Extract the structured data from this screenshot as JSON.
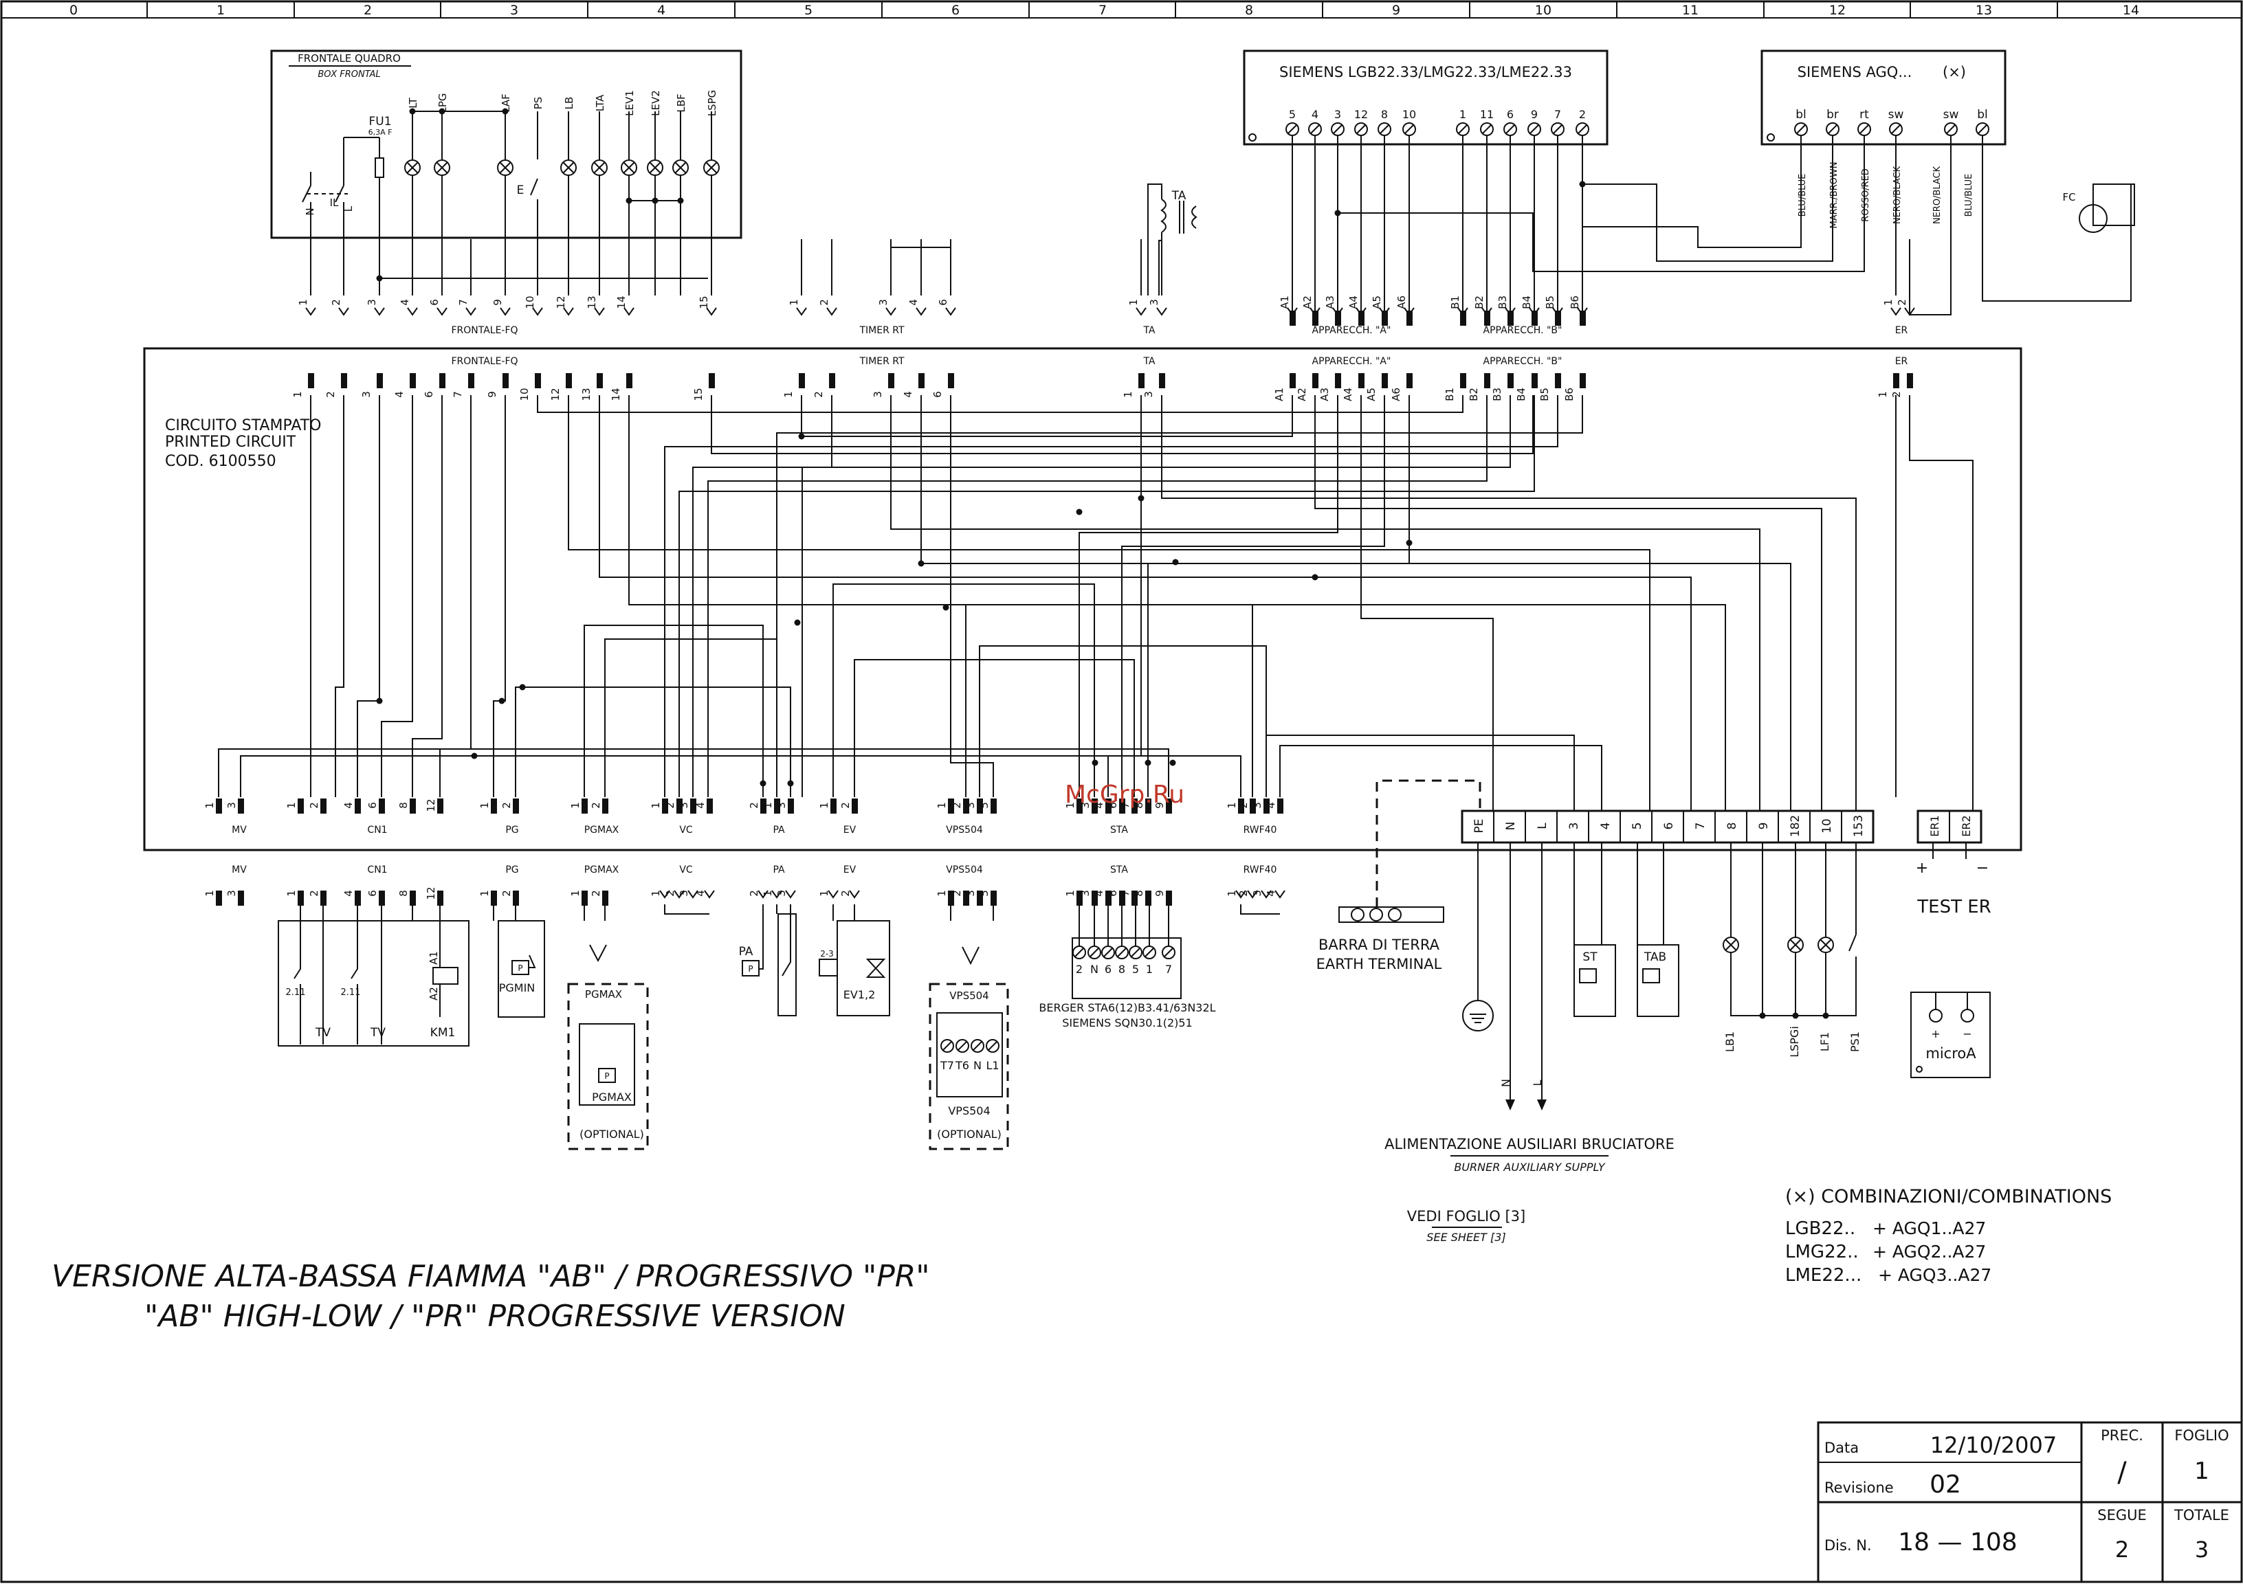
{
  "ruler": [
    "0",
    "1",
    "2",
    "3",
    "4",
    "5",
    "6",
    "7",
    "8",
    "9",
    "10",
    "11",
    "12",
    "13",
    "14"
  ],
  "box_frontal": {
    "title": "FRONTALE QUADRO",
    "subtitle": "BOX FRONTAL",
    "fuse_label": "FU1",
    "fuse_rating": "6,3A F",
    "switch_label": "IL",
    "n": "N",
    "l": "L",
    "e": "E",
    "lamps": [
      "LT",
      "LPG",
      "LAF",
      "PS",
      "LB",
      "LTA",
      "LEV1",
      "LEV2",
      "LBF",
      "LSPG"
    ]
  },
  "siemens_main": {
    "title": "SIEMENS LGB22.33/LMG22.33/LME22.33",
    "pins_a": [
      "5",
      "4",
      "3",
      "12",
      "8",
      "10"
    ],
    "pins_b": [
      "1",
      "11",
      "6",
      "9",
      "7",
      "2"
    ]
  },
  "siemens_agq": {
    "title": "SIEMENS AGQ...",
    "mark": "(×)",
    "pins": [
      "bl",
      "br",
      "rt",
      "sw"
    ],
    "pins2": [
      "sw",
      "bl"
    ],
    "wires": [
      "BLU/BLUE",
      "MARR./BROWN",
      "ROSSO/RED",
      "NERO/BLACK"
    ],
    "wires2": [
      "NERO/BLACK",
      "BLU/BLUE"
    ],
    "fc": "FC"
  },
  "ta_label": "TA",
  "connectors_top": {
    "frontale_fq": {
      "label": "FRONTALE-FQ",
      "pins": [
        "1",
        "2",
        "3",
        "4",
        "6",
        "7",
        "9",
        "10",
        "12",
        "13",
        "14",
        "15"
      ]
    },
    "timer_rt": {
      "label": "TIMER RT",
      "pins": [
        "1",
        "2",
        "3",
        "4",
        "6"
      ]
    },
    "ta": {
      "label": "TA",
      "pins": [
        "1",
        "3"
      ]
    },
    "app_a": {
      "label": "APPARECCH. \"A\"",
      "pins": [
        "A1",
        "A2",
        "A3",
        "A4",
        "A5",
        "A6"
      ]
    },
    "app_b": {
      "label": "APPARECCH. \"B\"",
      "pins": [
        "B1",
        "B2",
        "B3",
        "B4",
        "B5",
        "B6"
      ]
    },
    "er": {
      "label": "ER",
      "pins": [
        "1",
        "2"
      ]
    }
  },
  "pcb": {
    "line1": "CIRCUITO STAMPATO",
    "line2": "PRINTED CIRCUIT",
    "line3": "COD. 6100550"
  },
  "connectors_bottom": [
    {
      "label": "MV",
      "pins": [
        "1",
        "3"
      ]
    },
    {
      "label": "CN1",
      "pins": [
        "1",
        "2",
        "4",
        "6",
        "8",
        "12"
      ]
    },
    {
      "label": "PG",
      "pins": [
        "1",
        "2"
      ]
    },
    {
      "label": "PGMAX",
      "pins": [
        "1",
        "2"
      ]
    },
    {
      "label": "VC",
      "pins": [
        "1",
        "2",
        "3",
        "4"
      ]
    },
    {
      "label": "PA",
      "pins": [
        "2",
        "1",
        "3"
      ]
    },
    {
      "label": "EV",
      "pins": [
        "1",
        "2"
      ]
    },
    {
      "label": "VPS504",
      "pins": [
        "1",
        "2",
        "3",
        "5"
      ]
    },
    {
      "label": "STA",
      "pins": [
        "1",
        "3",
        "4",
        "6",
        "7",
        "8",
        "9"
      ]
    },
    {
      "label": "RWF40",
      "pins": [
        "1",
        "2",
        "3",
        "4"
      ]
    }
  ],
  "terminal_strip": [
    "PE",
    "N",
    "L",
    "3",
    "4",
    "5",
    "6",
    "7",
    "8",
    "9",
    "182",
    "10",
    "153"
  ],
  "er_strip": [
    "ER1",
    "ER2"
  ],
  "test_er": {
    "plus": "+",
    "minus": "−",
    "label": "TEST ER"
  },
  "field": {
    "tv1": "TV",
    "tv2": "TV",
    "km1": "KM1",
    "k211a": "2.11",
    "k211b": "2.11",
    "a1": "A1",
    "a2": "A2",
    "pgmin": "PGMIN",
    "pgmax": "PGMAX",
    "pgmax_opt": "(OPTIONAL)",
    "pa": "PA",
    "ev": "EV1,2",
    "ev23": "2-3",
    "vps": "VPS504",
    "vps_opt": "(OPTIONAL)",
    "vps_pins": [
      "T7",
      "T6",
      "N",
      "L1"
    ],
    "sta_pins": [
      "2",
      "N",
      "6",
      "8",
      "5",
      "1",
      "7"
    ],
    "sta_line1": "BERGER STA6(12)B3.41/63N32L",
    "sta_line2": "SIEMENS SQN30.1(2)51",
    "earth_line1": "BARRA DI TERRA",
    "earth_line2": "EARTH TERMINAL",
    "st": "ST",
    "tab": "TAB",
    "lb1": "LB1",
    "lspgi": "LSPGi",
    "lf1": "LF1",
    "ps1": "PS1",
    "microa": "microA",
    "n": "N",
    "l": "L",
    "bar_top": "MV",
    "p": "P"
  },
  "supply": {
    "line1": "ALIMENTAZIONE AUSILIARI BRUCIATORE",
    "line2": "BURNER AUXILIARY SUPPLY",
    "see1": "VEDI FOGLIO [3]",
    "see2": "SEE SHEET [3]"
  },
  "combinations": {
    "title": "(×) COMBINAZIONI/COMBINATIONS",
    "rows": [
      [
        "LGB22..",
        "+ AGQ1..A27"
      ],
      [
        "LMG22..",
        "+ AGQ2..A27"
      ],
      [
        "LME22...",
        "+ AGQ3..A27"
      ]
    ]
  },
  "version": {
    "line1": "VERSIONE ALTA-BASSA FIAMMA \"AB\" / PROGRESSIVO \"PR\"",
    "line2": "\"AB\" HIGH-LOW / \"PR\" PROGRESSIVE VERSION"
  },
  "watermark": "McGrp.Ru",
  "title_block": {
    "data_label": "Data",
    "data_value": "12/10/2007",
    "rev_label": "Revisione",
    "rev_value": "02",
    "dis_label": "Dis. N.",
    "dis_value": "18 — 108",
    "prec_label": "PREC.",
    "prec_value": "/",
    "foglio_label": "FOGLIO",
    "foglio_value": "1",
    "segue_label": "SEGUE",
    "segue_value": "2",
    "totale_label": "TOTALE",
    "totale_value": "3"
  }
}
